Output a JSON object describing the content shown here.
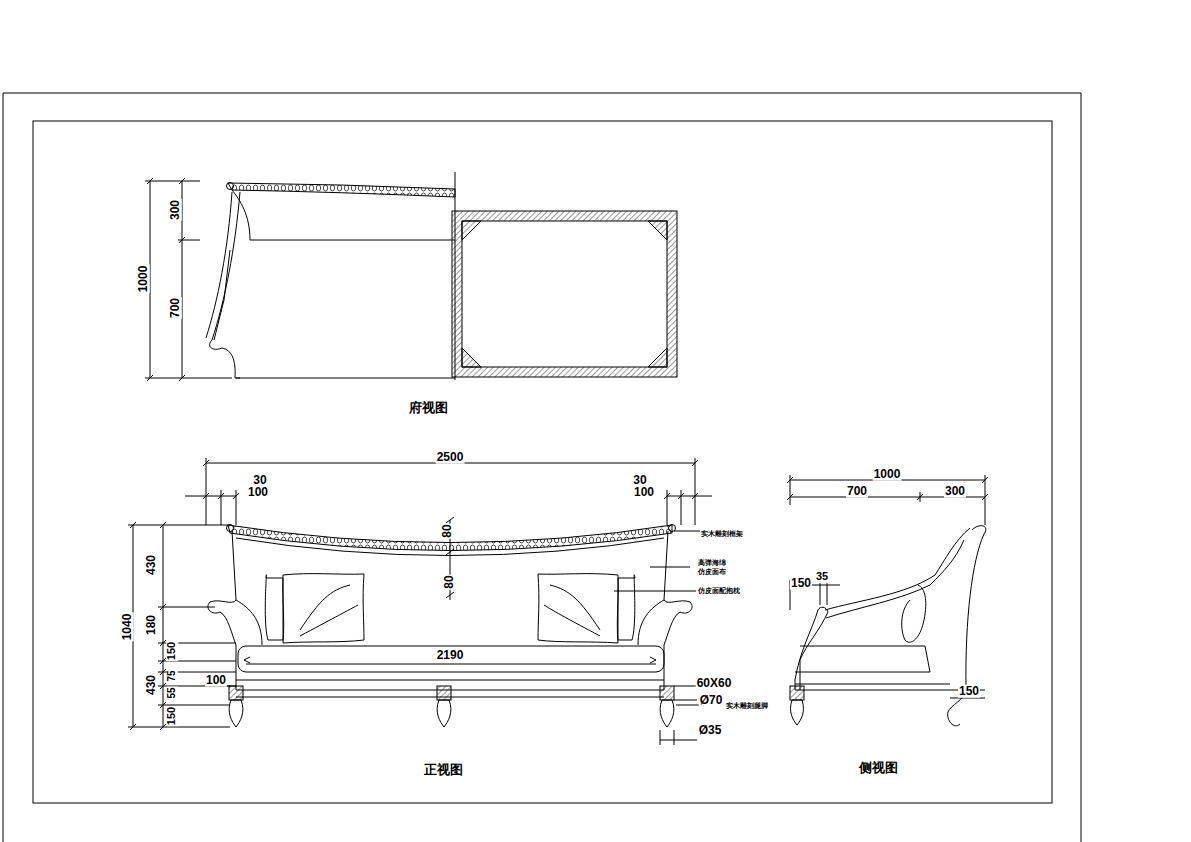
{
  "diagram": {
    "labels": [
      "1000",
      "300",
      "700",
      "府视图",
      "2500",
      "30",
      "100",
      "30",
      "100",
      "80",
      "80",
      "1040",
      "430",
      "180",
      "150",
      "430",
      "75",
      "55",
      "150",
      "2190",
      "100",
      "60X60",
      "Ø70",
      "Ø35",
      "实木雕刻框架",
      "高弹海绵",
      "仿皮面布",
      "仿皮面配抱枕",
      "实木雕刻腿脚",
      "正视图",
      "1000",
      "700",
      "300",
      "150",
      "35",
      "150",
      "侧视图"
    ]
  }
}
